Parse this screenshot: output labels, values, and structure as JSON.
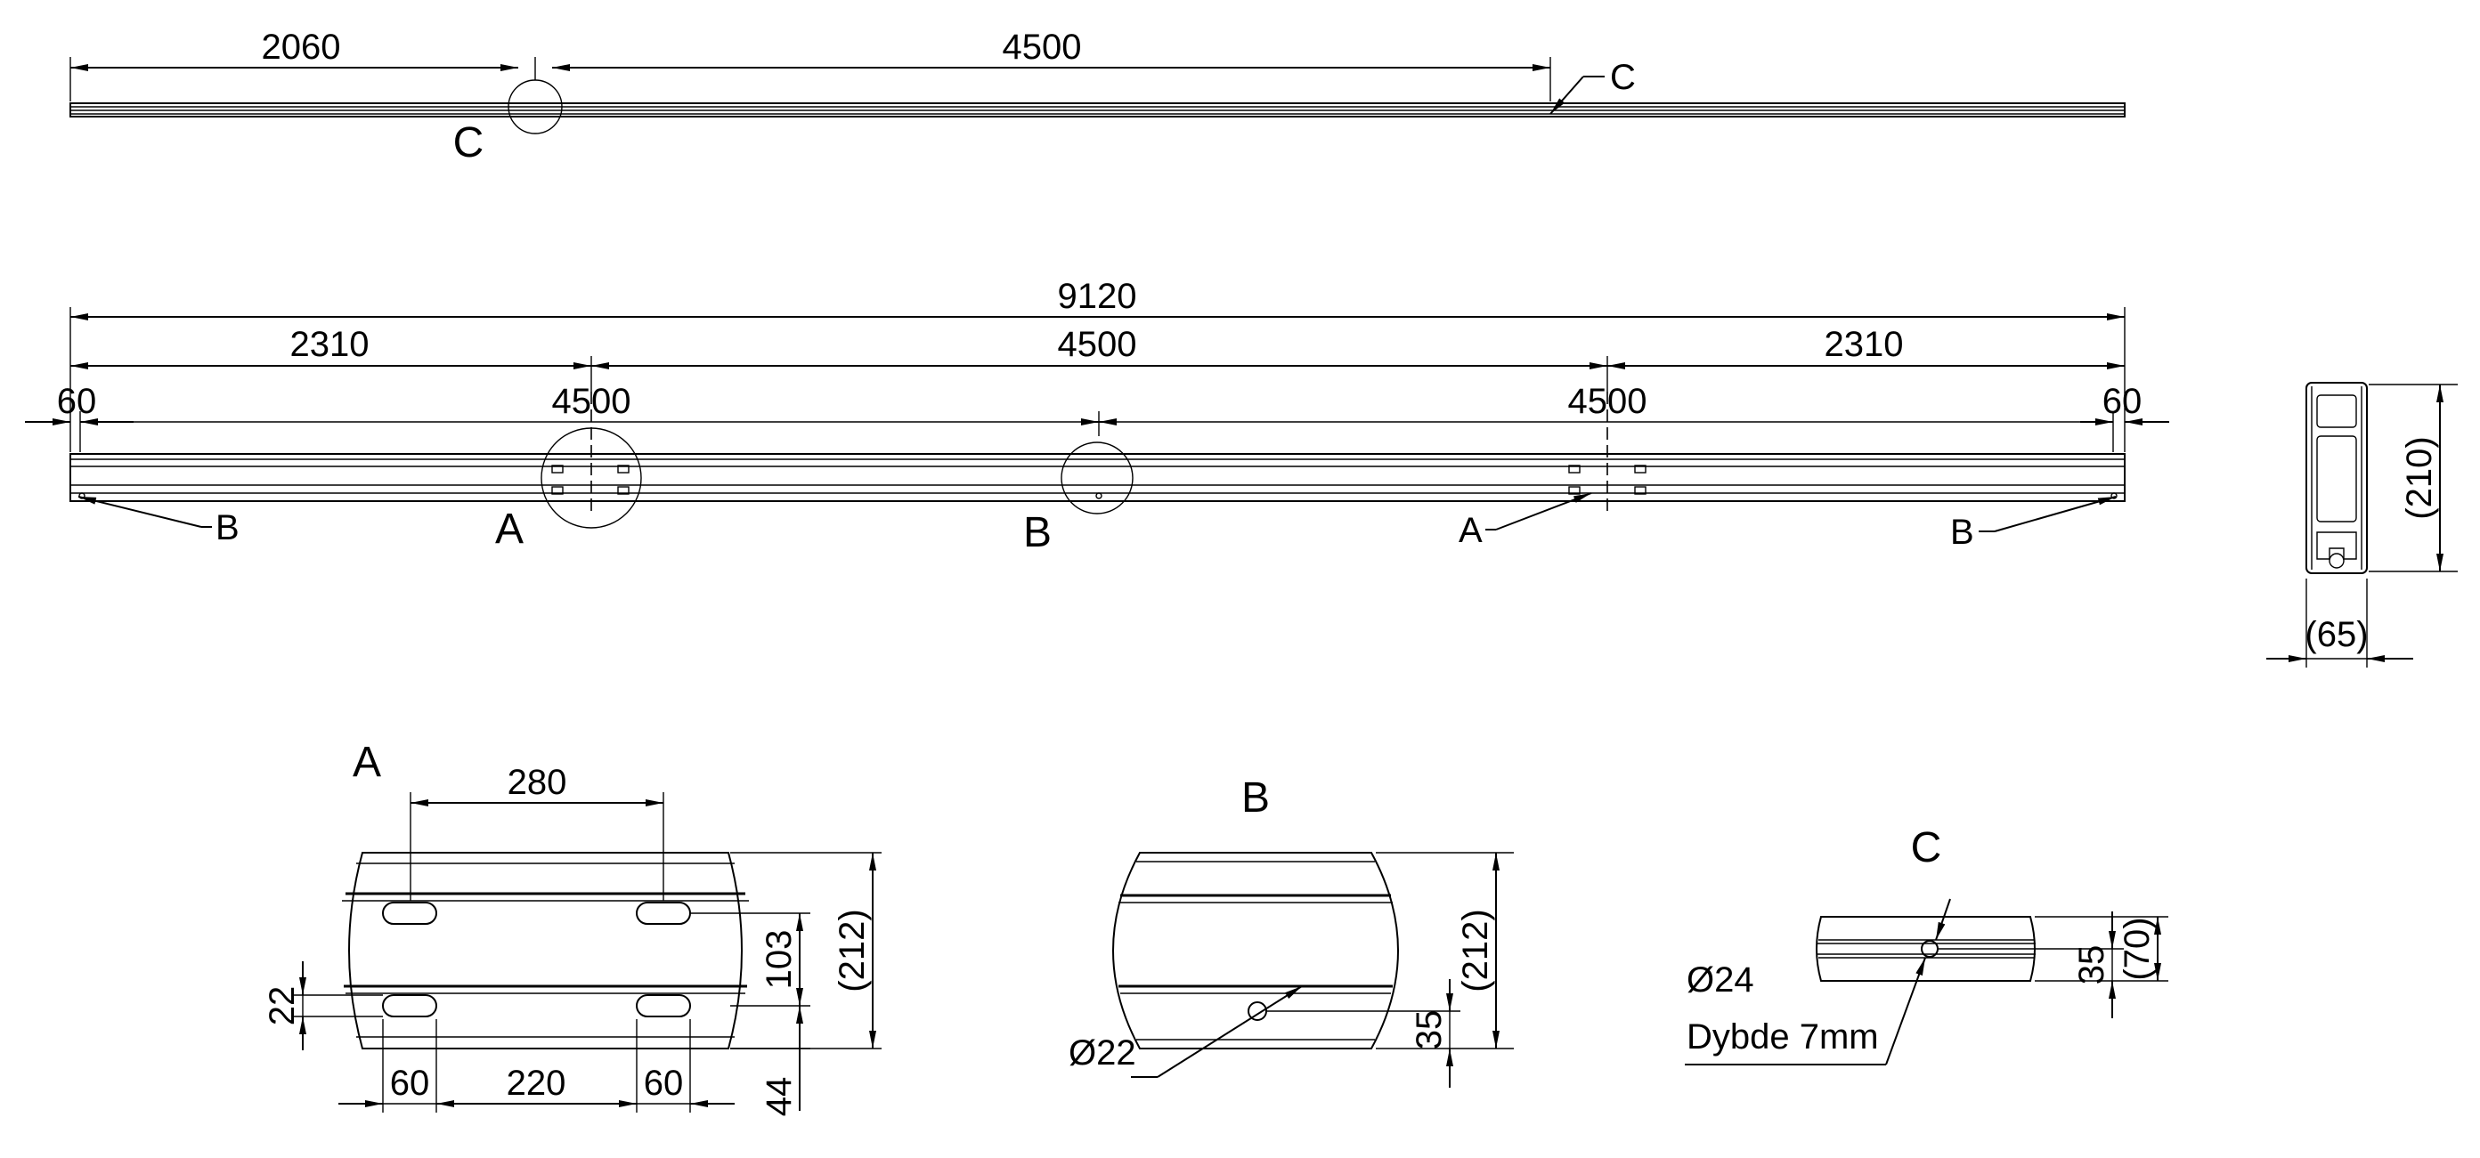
{
  "top_view": {
    "dim_left": "2060",
    "dim_right": "4500",
    "callout_c": "C",
    "label_c": "C"
  },
  "front_view": {
    "dim_total": "9120",
    "dim_seg_left": "2310",
    "dim_seg_mid": "4500",
    "dim_seg_right": "2310",
    "dim_edge_left": "60",
    "dim_hole_left": "4500",
    "dim_hole_right": "4500",
    "dim_edge_right": "60",
    "callout_b_left": "B",
    "callout_a_right": "A",
    "callout_b_right": "B",
    "label_a": "A",
    "label_b": "B"
  },
  "section_view": {
    "dim_height": "(210)",
    "dim_width": "(65)"
  },
  "detail_a": {
    "title": "A",
    "dim_top": "280",
    "dim_height": "(212)",
    "dim_103": "103",
    "dim_22": "22",
    "dim_44": "44",
    "dim_60_left": "60",
    "dim_220": "220",
    "dim_60_right": "60"
  },
  "detail_b": {
    "title": "B",
    "dim_height": "(212)",
    "dim_35": "35",
    "dim_diameter": "Ø22"
  },
  "detail_c": {
    "title": "C",
    "dim_diameter": "Ø24",
    "dim_depth": "Dybde 7mm",
    "dim_35": "35",
    "dim_70": "(70)"
  }
}
